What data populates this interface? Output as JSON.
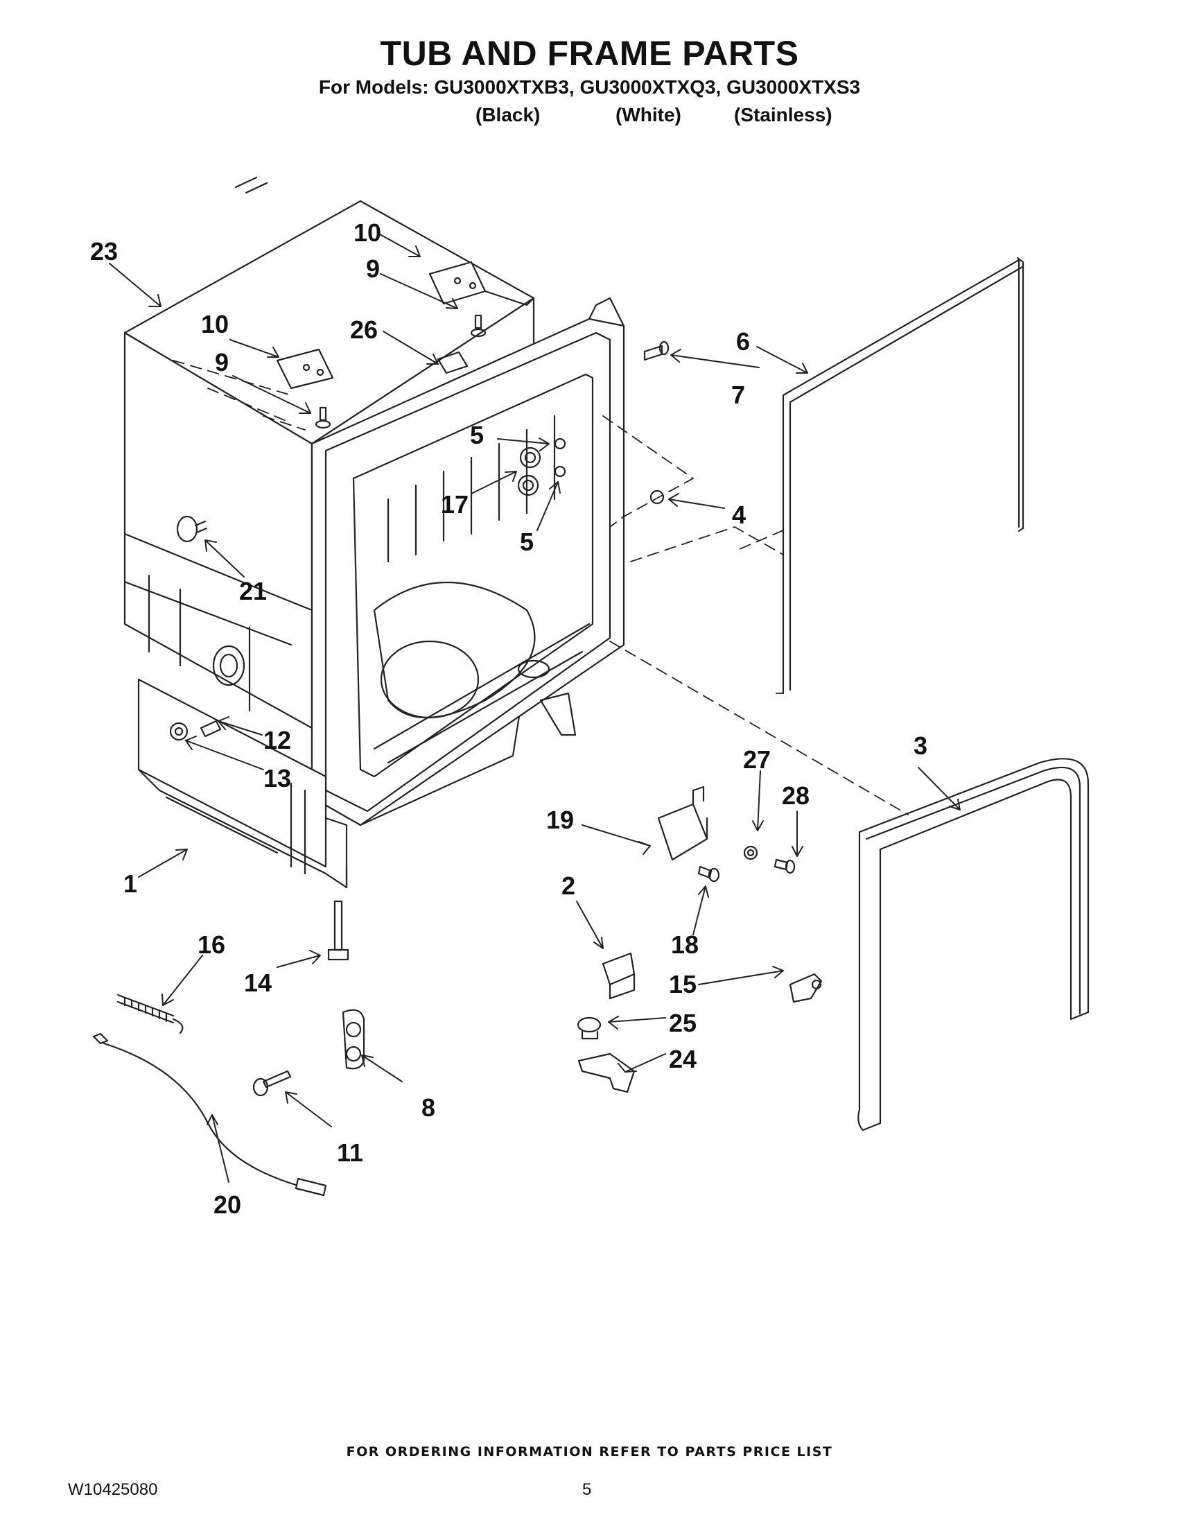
{
  "header": {
    "title": "TUB AND FRAME PARTS",
    "models_line": "For Models: GU3000XTXB3, GU3000XTXQ3, GU3000XTXS3",
    "variants": [
      "(Black)",
      "(White)",
      "(Stainless)"
    ]
  },
  "callouts": [
    "1",
    "2",
    "3",
    "4",
    "5",
    "5",
    "6",
    "7",
    "8",
    "9",
    "9",
    "10",
    "10",
    "11",
    "12",
    "13",
    "14",
    "15",
    "16",
    "17",
    "18",
    "19",
    "20",
    "21",
    "23",
    "24",
    "25",
    "26",
    "27",
    "28"
  ],
  "footer": {
    "ordering_note": "FOR ORDERING INFORMATION REFER TO PARTS PRICE LIST",
    "document_number": "W10425080",
    "page_number": "5"
  }
}
